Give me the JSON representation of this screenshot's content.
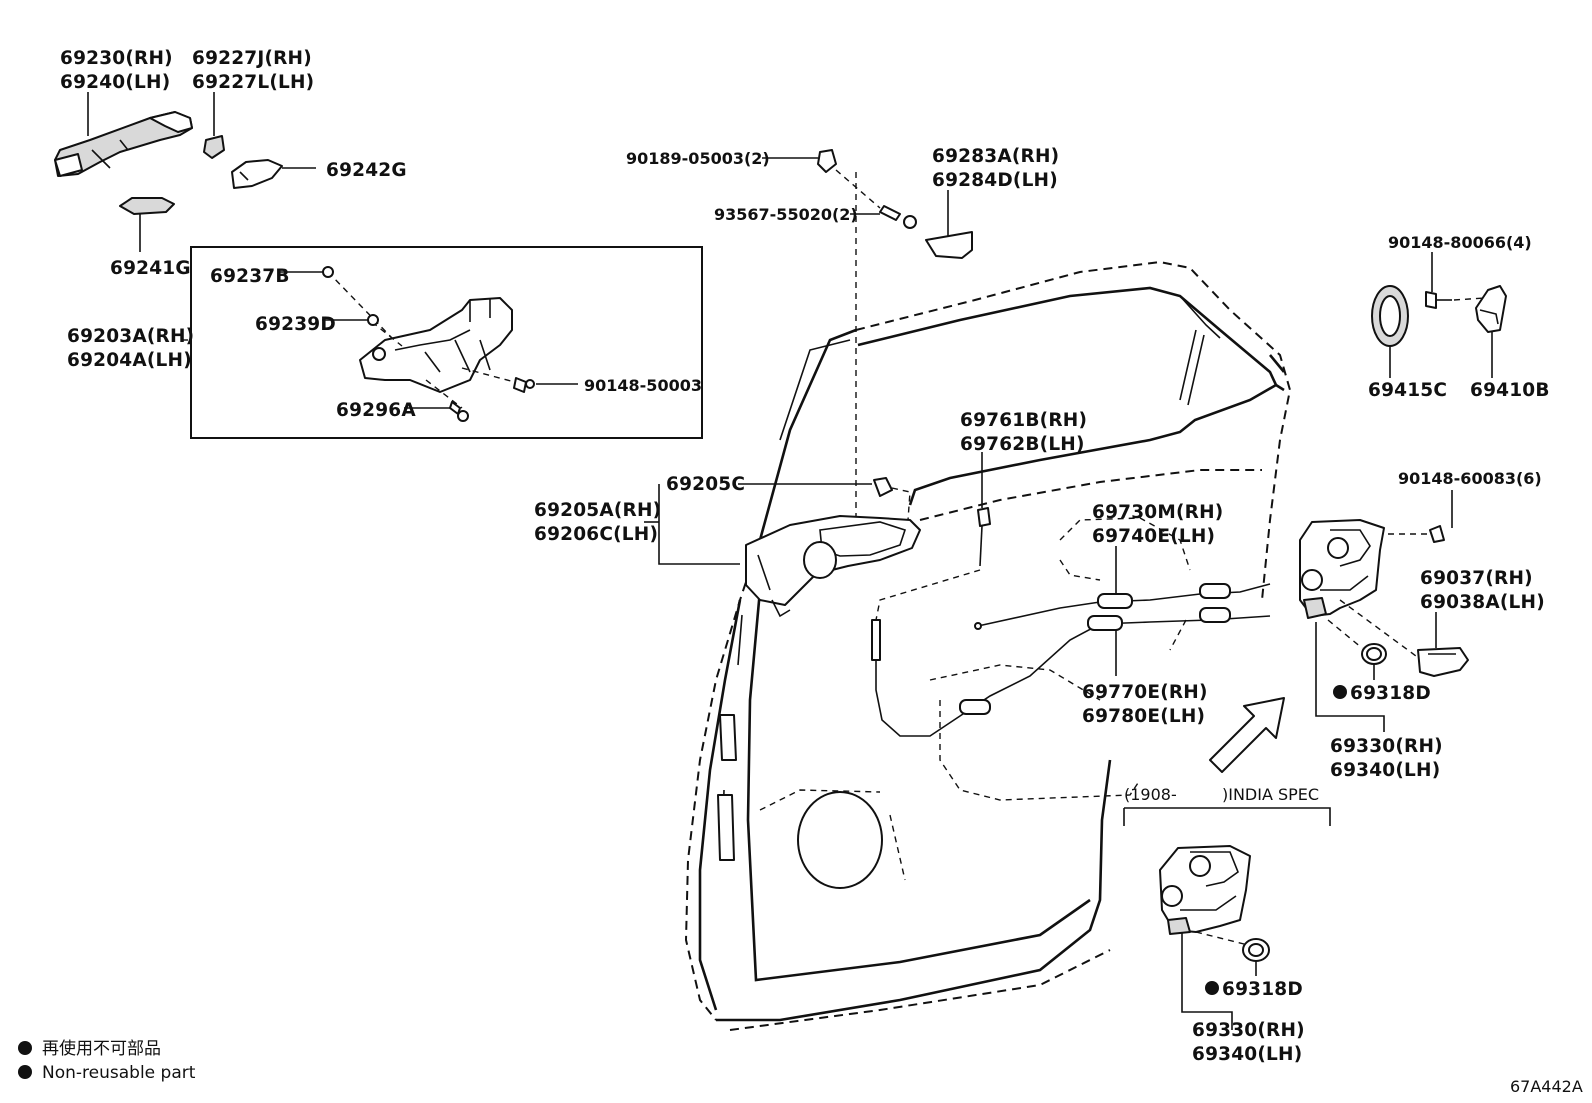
{
  "labels": {
    "outer_handle_rh": "69230(RH)",
    "outer_handle_lh": "69240(LH)",
    "handle_cap_rh": "69227J(RH)",
    "handle_cap_lh": "69227L(LH)",
    "pad_69242g": "69242G",
    "pad_69241g": "69241G",
    "frame_rh": "69203A(RH)",
    "frame_lh": "69204A(LH)",
    "screw_69237b": "69237B",
    "screw_69239d": "69239D",
    "bolt_90148_50003": "90148-50003",
    "screw_69296a": "69296A",
    "clip_90189": "90189-05003(2)",
    "screw_93567": "93567-55020(2)",
    "cover_rh": "69283A(RH)",
    "cover_lh": "69284D(LH)",
    "screw_90148_80066": "90148-80066(4)",
    "striker_cover": "69415C",
    "striker": "69410B",
    "rod_rh": "69761B(RH)",
    "rod_lh": "69762B(LH)",
    "bushing_69205c": "69205C",
    "inner_handle_rh": "69205A(RH)",
    "inner_handle_lh": "69206C(LH)",
    "cable_rh": "69730M(RH)",
    "cable_lh": "69740E(LH)",
    "screw_90148_60083": "90148-60083(6)",
    "lock_cover_rh": "69037(RH)",
    "lock_cover_lh": "69038A(LH)",
    "seal_69318d": "69318D",
    "lock_rh": "69330(RH)",
    "lock_lh": "69340(LH)",
    "cable2_rh": "69770E(RH)",
    "cable2_lh": "69780E(LH)",
    "variant_open": "(1908-",
    "variant_spec": ")INDIA SPEC",
    "variant_seal": "69318D",
    "variant_lock_rh": "69330(RH)",
    "variant_lock_lh": "69340(LH)"
  },
  "legend": {
    "jp": "再使用不可部品",
    "en": "Non-reusable part"
  },
  "figure_id": "67A442A"
}
